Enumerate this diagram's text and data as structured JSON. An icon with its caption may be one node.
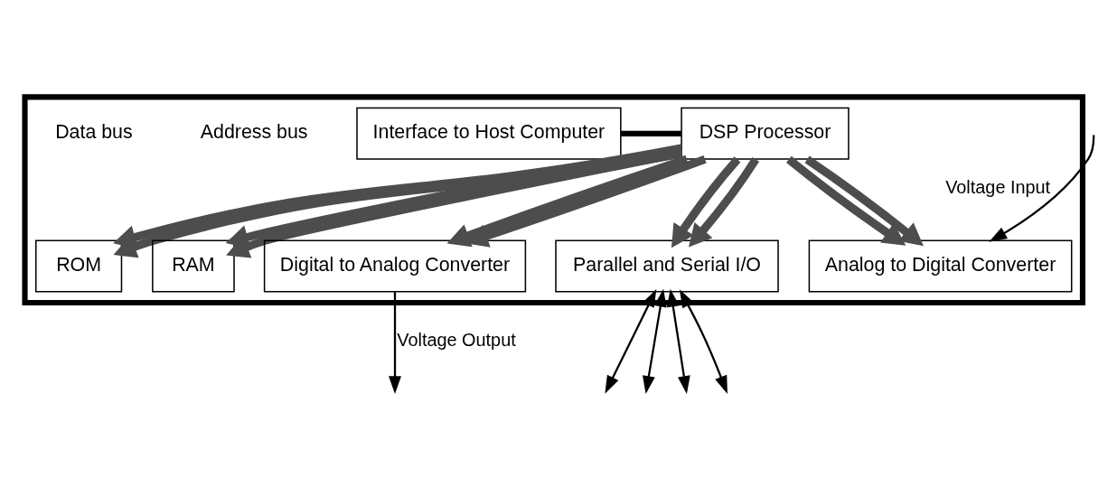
{
  "diagram": {
    "nodes": [
      {
        "text": [],
        "shape": "box"
      },
      {
        "text": [
          "Interface to Host Computer"
        ],
        "in": 0
      },
      {
        "text": [
          "DSP Processor"
        ],
        "in": 0
      },
      {
        "text": [
          "ROM"
        ],
        "in": 0
      },
      {
        "text": [
          "RAM"
        ],
        "in": 0
      },
      {
        "text": [
          "Digital to Analog Converter"
        ],
        "in": 0
      },
      {
        "text": [
          "Analog to Digital Converter"
        ],
        "in": 0
      },
      {
        "text": [
          "Parallel and Serial I/O"
        ],
        "in": 0
      }
    ],
    "edges": [
      {
        "from": 1,
        "to": 2,
        "arrow": "none",
        "color": "#000000"
      },
      {
        "from": 2,
        "to": 3,
        "arrow": "to"
      },
      {
        "from": 2,
        "to": 4,
        "arrow": "to"
      },
      {
        "from": 2,
        "to": 5,
        "arrow": "to"
      },
      {
        "from": 2,
        "to": 6,
        "arrow": "to"
      },
      {
        "from": 2,
        "to": 7,
        "arrow": "to"
      },
      {
        "from": 2,
        "to": 3,
        "arrow": "to"
      },
      {
        "from": 2,
        "to": 4,
        "arrow": "to"
      },
      {
        "from": 2,
        "to": 5,
        "arrow": "to"
      },
      {
        "from": 2,
        "to": 6,
        "arrow": "to"
      },
      {
        "from": 2,
        "to": 7,
        "arrow": "to"
      },
      {
        "from": 5,
        "to": null,
        "arrow": "to",
        "label": "Voltage Output",
        "color": "#000000"
      },
      {
        "from": null,
        "to": 6,
        "arrow": "to",
        "label": "Voltage Input",
        "color": "#000000"
      },
      {
        "from": 7,
        "to": null,
        "arrow": "both",
        "color": "#000000"
      },
      {
        "from": 7,
        "to": null,
        "arrow": "both",
        "color": "#000000"
      },
      {
        "from": 7,
        "to": null,
        "arrow": "both",
        "color": "#000000"
      },
      {
        "from": 7,
        "to": null,
        "arrow": "both",
        "color": "#000000"
      }
    ],
    "labels": [
      "Address bus",
      "Data bus"
    ]
  }
}
